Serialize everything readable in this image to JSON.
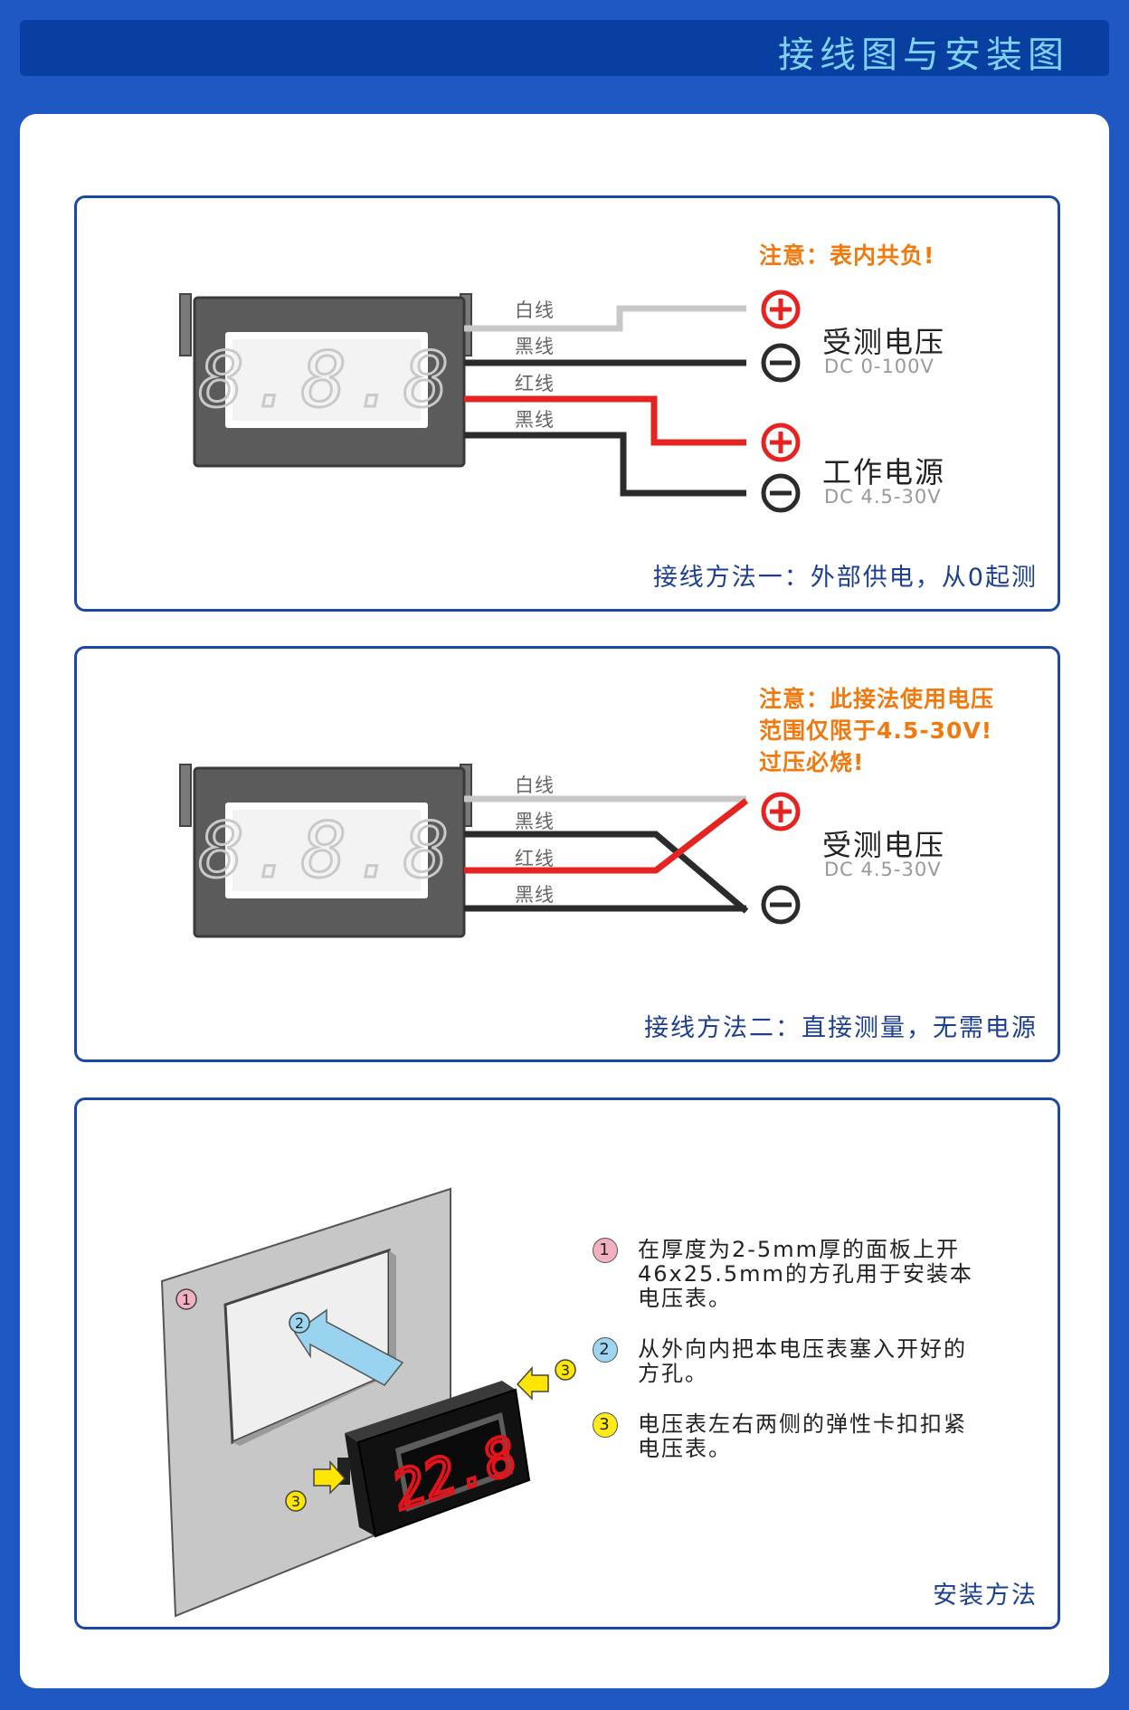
{
  "header": {
    "title": "接线图与安装图"
  },
  "method1": {
    "warning": "注意：表内共负!",
    "wire_labels": [
      "白线",
      "黑线",
      "红线",
      "黑线"
    ],
    "display_digits": "8.8.8",
    "terminals": [
      {
        "title": "受测电压",
        "range": "DC 0-100V"
      },
      {
        "title": "工作电源",
        "range": "DC 4.5-30V"
      }
    ],
    "caption": "接线方法一：外部供电，从0起测"
  },
  "method2": {
    "warning_lines": [
      "注意：此接法使用电压",
      "范围仅限于4.5-30V!",
      "过压必烧!"
    ],
    "wire_labels": [
      "白线",
      "黑线",
      "红线",
      "黑线"
    ],
    "display_digits": "8.8.8",
    "terminal": {
      "title": "受测电压",
      "range": "DC 4.5-30V"
    },
    "caption": "接线方法二：直接测量，无需电源"
  },
  "install": {
    "meter_reading": "22.8",
    "markers": [
      "1",
      "2",
      "3",
      "3"
    ],
    "steps": [
      {
        "num": "1",
        "text": "在厚度为2-5mm厚的面板上开46x25.5mm的方孔用于安装本电压表。"
      },
      {
        "num": "2",
        "text": "从外向内把本电压表塞入开好的方孔。"
      },
      {
        "num": "3",
        "text": "电压表左右两侧的弹性卡扣扣紧电压表。"
      }
    ],
    "caption": "安装方法"
  },
  "colors": {
    "background": "#1f57c3",
    "header_bar": "#0a3fa2",
    "header_text": "#7fd2f6",
    "card_border": "#1b48a5",
    "warning": "#f07a10",
    "positive": "#e52320",
    "wire_white": "#c8c8c8",
    "wire_black": "#2b2b2b",
    "wire_red": "#e52320",
    "meter_digits": "#e0141a"
  },
  "icons": [
    "plus-circle-icon",
    "minus-circle-icon",
    "push-arrow-icon",
    "clip-arrow-icon"
  ]
}
